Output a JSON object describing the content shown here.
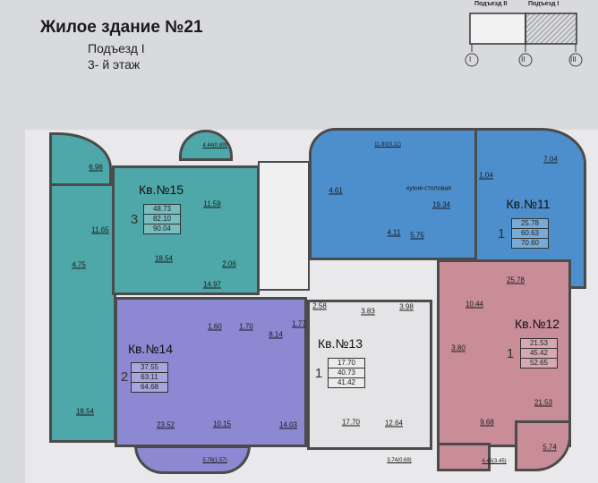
{
  "header": {
    "title": "Жилое здание №21",
    "entrance": "Подъезд  I",
    "floor": "3- й   этаж"
  },
  "key_plan": {
    "labels": [
      "Подъезд  II",
      "Подъезд  I"
    ],
    "axes": [
      "I",
      "II",
      "III"
    ],
    "highlighted": "Подъезд  I"
  },
  "colors": {
    "apt15": "#4ea7a8",
    "apt11": "#4d8fcc",
    "apt14": "#8c88d2",
    "apt13": "#e4e4e6",
    "apt12": "#c98d98"
  },
  "apartments": {
    "a15": {
      "title": "Кв.№15",
      "rooms": "3",
      "areas": [
        "48.73",
        "82.10",
        "90.04"
      ],
      "room_areas": [
        "6.98",
        "11.65",
        "4.75",
        "18.54",
        "11.59",
        "2.06",
        "14.97",
        "18.54",
        "4.44(0.89)"
      ]
    },
    "a11": {
      "title": "Кв.№11",
      "rooms": "1",
      "areas": [
        "25.78",
        "60.63",
        "70.60"
      ],
      "room_areas": [
        "11.80(3.11)",
        "4.61",
        "кухня-столовая",
        "19.34",
        "4.11",
        "5.75",
        "1.04",
        "7.04",
        "25.78"
      ]
    },
    "a14": {
      "title": "Кв.№14",
      "rooms": "2",
      "areas": [
        "37.55",
        "63.11",
        "64.68"
      ],
      "room_areas": [
        "1.60",
        "1.70",
        "8.14",
        "1.77",
        "23.52",
        "10.15",
        "14.03",
        "5.78(1.57)"
      ]
    },
    "a13": {
      "title": "Кв.№13",
      "rooms": "1",
      "areas": [
        "17.70",
        "40.73",
        "41.42"
      ],
      "room_areas": [
        "2.58",
        "3.83",
        "3.98",
        "17.70",
        "12.64",
        "3.74(0.69)"
      ]
    },
    "a12": {
      "title": "Кв.№12",
      "rooms": "1",
      "areas": [
        "21.53",
        "45.42",
        "52.65"
      ],
      "room_areas": [
        "10.44",
        "3.80",
        "21.53",
        "9.68",
        "5.74",
        "4.45(3.45)"
      ]
    }
  }
}
